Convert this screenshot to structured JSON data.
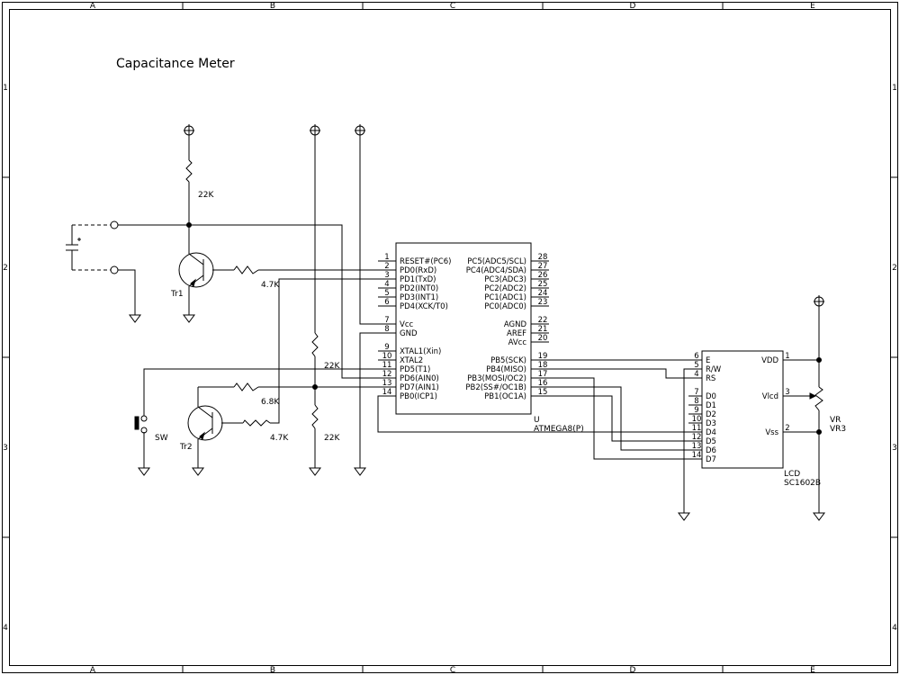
{
  "title": "Capacitance Meter",
  "border": {
    "columns": [
      "A",
      "B",
      "C",
      "D",
      "E"
    ],
    "rows": [
      "1",
      "2",
      "3",
      "4"
    ]
  },
  "parts": {
    "mcu": {
      "ref": "U",
      "name": "ATMEGA8(P)",
      "left_pins": [
        {
          "num": "1",
          "name": "RESET#(PC6)"
        },
        {
          "num": "2",
          "name": "PD0(RxD)"
        },
        {
          "num": "3",
          "name": "PD1(TxD)"
        },
        {
          "num": "4",
          "name": "PD2(INT0)"
        },
        {
          "num": "5",
          "name": "PD3(INT1)"
        },
        {
          "num": "6",
          "name": "PD4(XCK/T0)"
        },
        {
          "num": "7",
          "name": "Vcc"
        },
        {
          "num": "8",
          "name": "GND"
        },
        {
          "num": "9",
          "name": "XTAL1(Xin)"
        },
        {
          "num": "10",
          "name": "XTAL2"
        },
        {
          "num": "11",
          "name": "PD5(T1)"
        },
        {
          "num": "12",
          "name": "PD6(AIN0)"
        },
        {
          "num": "13",
          "name": "PD7(AIN1)"
        },
        {
          "num": "14",
          "name": "PB0(ICP1)"
        }
      ],
      "right_pins": [
        {
          "num": "28",
          "name": "PC5(ADC5/SCL)"
        },
        {
          "num": "27",
          "name": "PC4(ADC4/SDA)"
        },
        {
          "num": "26",
          "name": "PC3(ADC3)"
        },
        {
          "num": "25",
          "name": "PC2(ADC2)"
        },
        {
          "num": "24",
          "name": "PC1(ADC1)"
        },
        {
          "num": "23",
          "name": "PC0(ADC0)"
        },
        {
          "num": "22",
          "name": "AGND"
        },
        {
          "num": "21",
          "name": "AREF"
        },
        {
          "num": "20",
          "name": "AVcc"
        },
        {
          "num": "19",
          "name": "PB5(SCK)"
        },
        {
          "num": "18",
          "name": "PB4(MISO)"
        },
        {
          "num": "17",
          "name": "PB3(MOSI/OC2)"
        },
        {
          "num": "16",
          "name": "PB2(SS#/OC1B)"
        },
        {
          "num": "15",
          "name": "PB1(OC1A)"
        }
      ]
    },
    "lcd": {
      "ref": "LCD",
      "name": "SC1602B",
      "left_pins": [
        {
          "num": "6",
          "name": "E"
        },
        {
          "num": "5",
          "name": "R/W"
        },
        {
          "num": "4",
          "name": "RS"
        },
        {
          "num": "7",
          "name": "D0"
        },
        {
          "num": "8",
          "name": "D1"
        },
        {
          "num": "9",
          "name": "D2"
        },
        {
          "num": "10",
          "name": "D3"
        },
        {
          "num": "11",
          "name": "D4"
        },
        {
          "num": "12",
          "name": "D5"
        },
        {
          "num": "13",
          "name": "D6"
        },
        {
          "num": "14",
          "name": "D7"
        }
      ],
      "right_pins": [
        {
          "num": "1",
          "name": "VDD"
        },
        {
          "num": "3",
          "name": "Vlcd"
        },
        {
          "num": "2",
          "name": "Vss"
        }
      ]
    },
    "r_22k_top": {
      "value": "22K"
    },
    "r_4k7_tr1": {
      "value": "4.7K"
    },
    "r_22k_div_top": {
      "value": "22K"
    },
    "r_22k_div_bottom": {
      "value": "22K"
    },
    "r_6k8": {
      "value": "6.8K"
    },
    "r_4k7_tr2": {
      "value": "4.7K"
    },
    "tr1": {
      "ref": "Tr1"
    },
    "tr2": {
      "ref": "Tr2"
    },
    "sw": {
      "ref": "SW"
    },
    "vr": {
      "ref": "VR",
      "name": "VR3"
    }
  }
}
